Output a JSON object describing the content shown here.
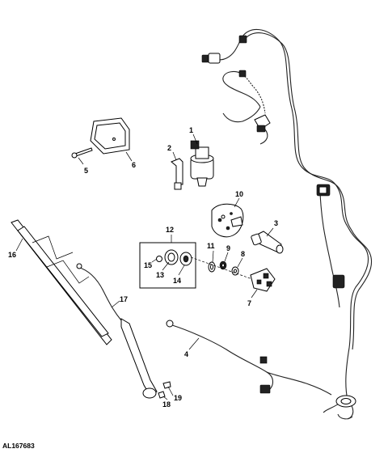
{
  "figure_ref": "AL167683",
  "callouts": {
    "c1": "1",
    "c2": "2",
    "c3": "3",
    "c4": "4",
    "c5": "5",
    "c6": "6",
    "c7": "7",
    "c8": "8",
    "c9": "9",
    "c10": "10",
    "c11": "11",
    "c12": "12",
    "c13": "13",
    "c14": "14",
    "c15": "15",
    "c16": "16",
    "c17": "17",
    "c18": "18",
    "c19": "19"
  }
}
